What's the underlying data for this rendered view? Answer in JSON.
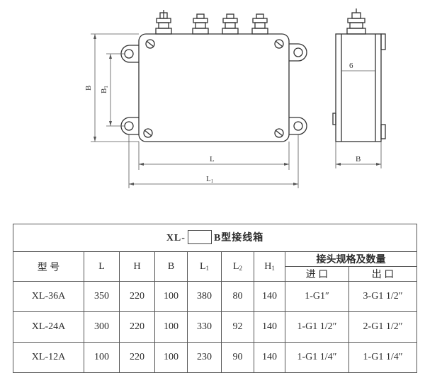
{
  "drawing": {
    "dims": {
      "L": "L",
      "L1": "L",
      "L1_sub": "1",
      "B_front": "B",
      "B1": "B",
      "B1_sub": "1",
      "six": "6",
      "B_side": "B"
    }
  },
  "table": {
    "title_prefix": "XL-",
    "title_suffix": "B型接线箱",
    "headers": {
      "model": "型 号",
      "L": "L",
      "H": "H",
      "B": "B",
      "L1": "L",
      "L1_sub": "1",
      "L2": "L",
      "L2_sub": "2",
      "H1": "H",
      "H1_sub": "1",
      "joint": "接头规格及数量",
      "inlet": "进  口",
      "outlet": "出  口"
    },
    "rows": [
      {
        "model": "XL-36A",
        "L": "350",
        "H": "220",
        "B": "100",
        "L1": "380",
        "L2": "80",
        "H1": "140",
        "inlet": "1-G1″",
        "outlet": "3-G1 1/2″"
      },
      {
        "model": "XL-24A",
        "L": "300",
        "H": "220",
        "B": "100",
        "L1": "330",
        "L2": "92",
        "H1": "140",
        "inlet": "1-G1 1/2″",
        "outlet": "2-G1 1/2″"
      },
      {
        "model": "XL-12A",
        "L": "100",
        "H": "220",
        "B": "100",
        "L1": "230",
        "L2": "90",
        "H1": "140",
        "inlet": "1-G1 1/4″",
        "outlet": "1-G1 1/4″"
      }
    ]
  }
}
